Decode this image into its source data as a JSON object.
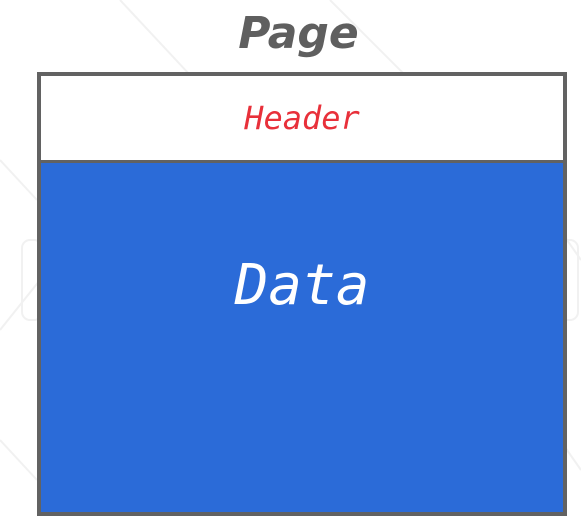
{
  "diagram": {
    "title": "Page",
    "sections": {
      "header": {
        "label": "Header",
        "color": "#e8303a"
      },
      "data": {
        "label": "Data",
        "fill": "#2b6bd8"
      }
    },
    "colors": {
      "title": "#5f5f5f",
      "border": "#626262"
    }
  }
}
